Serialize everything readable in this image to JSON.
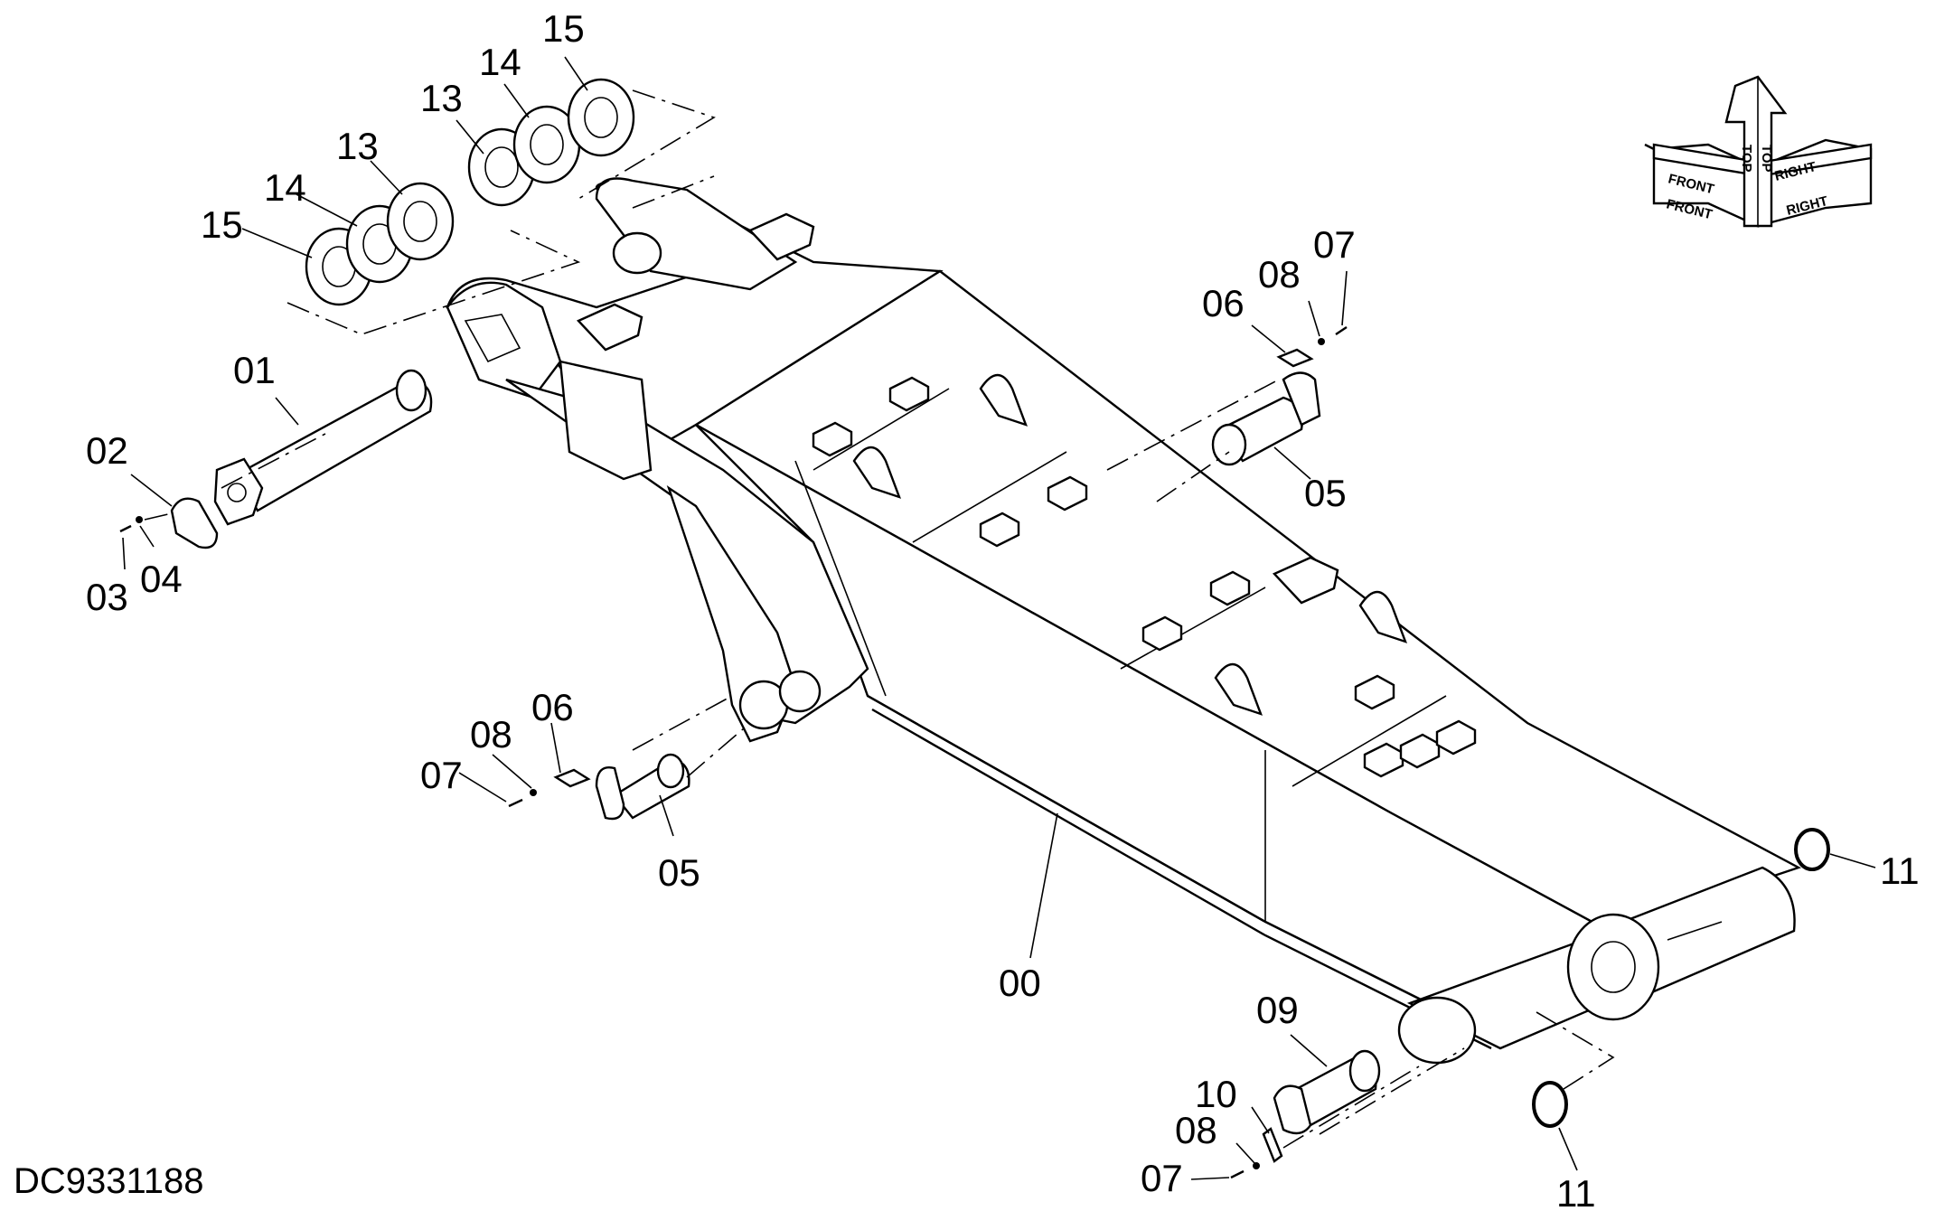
{
  "drawing": {
    "reference_code": "DC9331188"
  },
  "orientation_icon": {
    "labels": [
      "FRONT",
      "TOP",
      "TOP",
      "RIGHT",
      "FRONT",
      "RIGHT"
    ]
  },
  "callouts": [
    {
      "id": "c15a",
      "label": "15"
    },
    {
      "id": "c14a",
      "label": "14"
    },
    {
      "id": "c13a",
      "label": "13"
    },
    {
      "id": "c13b",
      "label": "13"
    },
    {
      "id": "c14b",
      "label": "14"
    },
    {
      "id": "c15b",
      "label": "15"
    },
    {
      "id": "c01",
      "label": "01"
    },
    {
      "id": "c02",
      "label": "02"
    },
    {
      "id": "c03",
      "label": "03"
    },
    {
      "id": "c04",
      "label": "04"
    },
    {
      "id": "c06a",
      "label": "06"
    },
    {
      "id": "c08a",
      "label": "08"
    },
    {
      "id": "c07a",
      "label": "07"
    },
    {
      "id": "c05a",
      "label": "05"
    },
    {
      "id": "c06b",
      "label": "06"
    },
    {
      "id": "c08b",
      "label": "08"
    },
    {
      "id": "c07b",
      "label": "07"
    },
    {
      "id": "c05b",
      "label": "05"
    },
    {
      "id": "c00",
      "label": "00"
    },
    {
      "id": "c11a",
      "label": "11"
    },
    {
      "id": "c09",
      "label": "09"
    },
    {
      "id": "c10",
      "label": "10"
    },
    {
      "id": "c08c",
      "label": "08"
    },
    {
      "id": "c07c",
      "label": "07"
    },
    {
      "id": "c11b",
      "label": "11"
    }
  ]
}
